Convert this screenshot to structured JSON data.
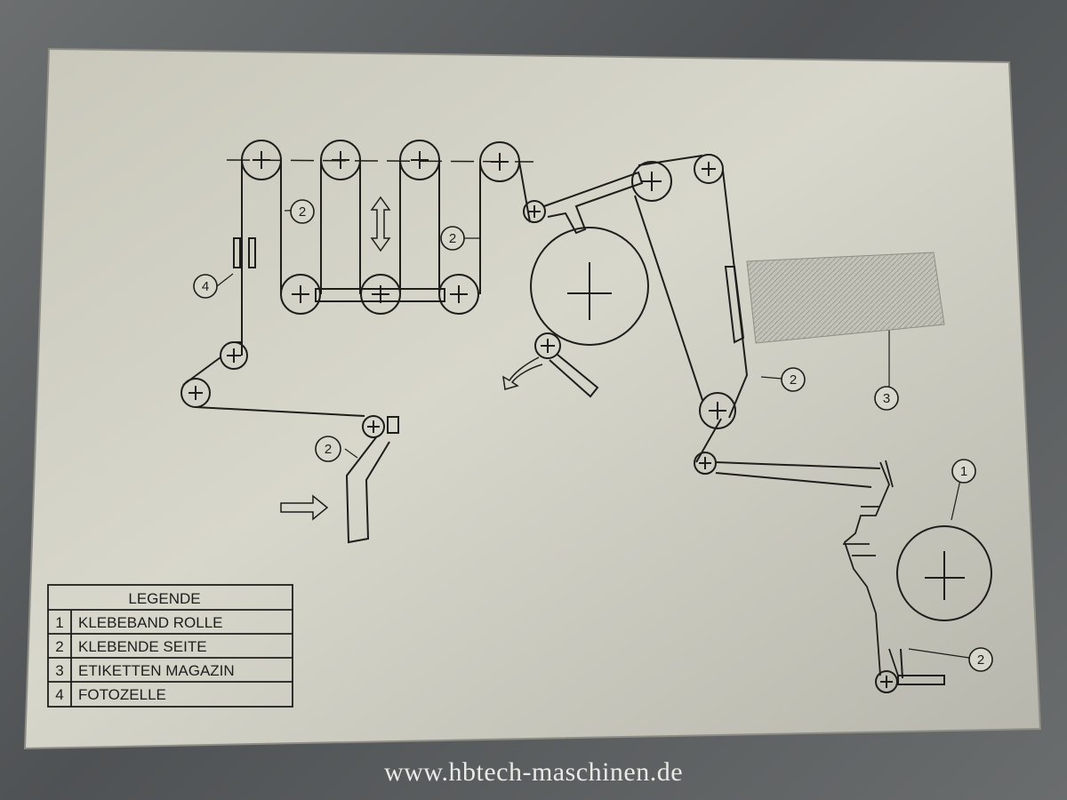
{
  "legend": {
    "title": "LEGENDE",
    "items": [
      {
        "num": "1",
        "text": "KLEBEBAND ROLLE"
      },
      {
        "num": "2",
        "text": "KLEBENDE SEITE"
      },
      {
        "num": "3",
        "text": "ETIKETTEN MAGAZIN"
      },
      {
        "num": "4",
        "text": "FOTOZELLE"
      }
    ]
  },
  "callouts": {
    "c1": "1",
    "c2": "2",
    "c3": "3",
    "c4": "4"
  },
  "watermark": "www.hbtech-maschinen.de",
  "colors": {
    "plate": "#cdccc0",
    "ink": "#1d1d1b",
    "frame": "#5e6163"
  }
}
